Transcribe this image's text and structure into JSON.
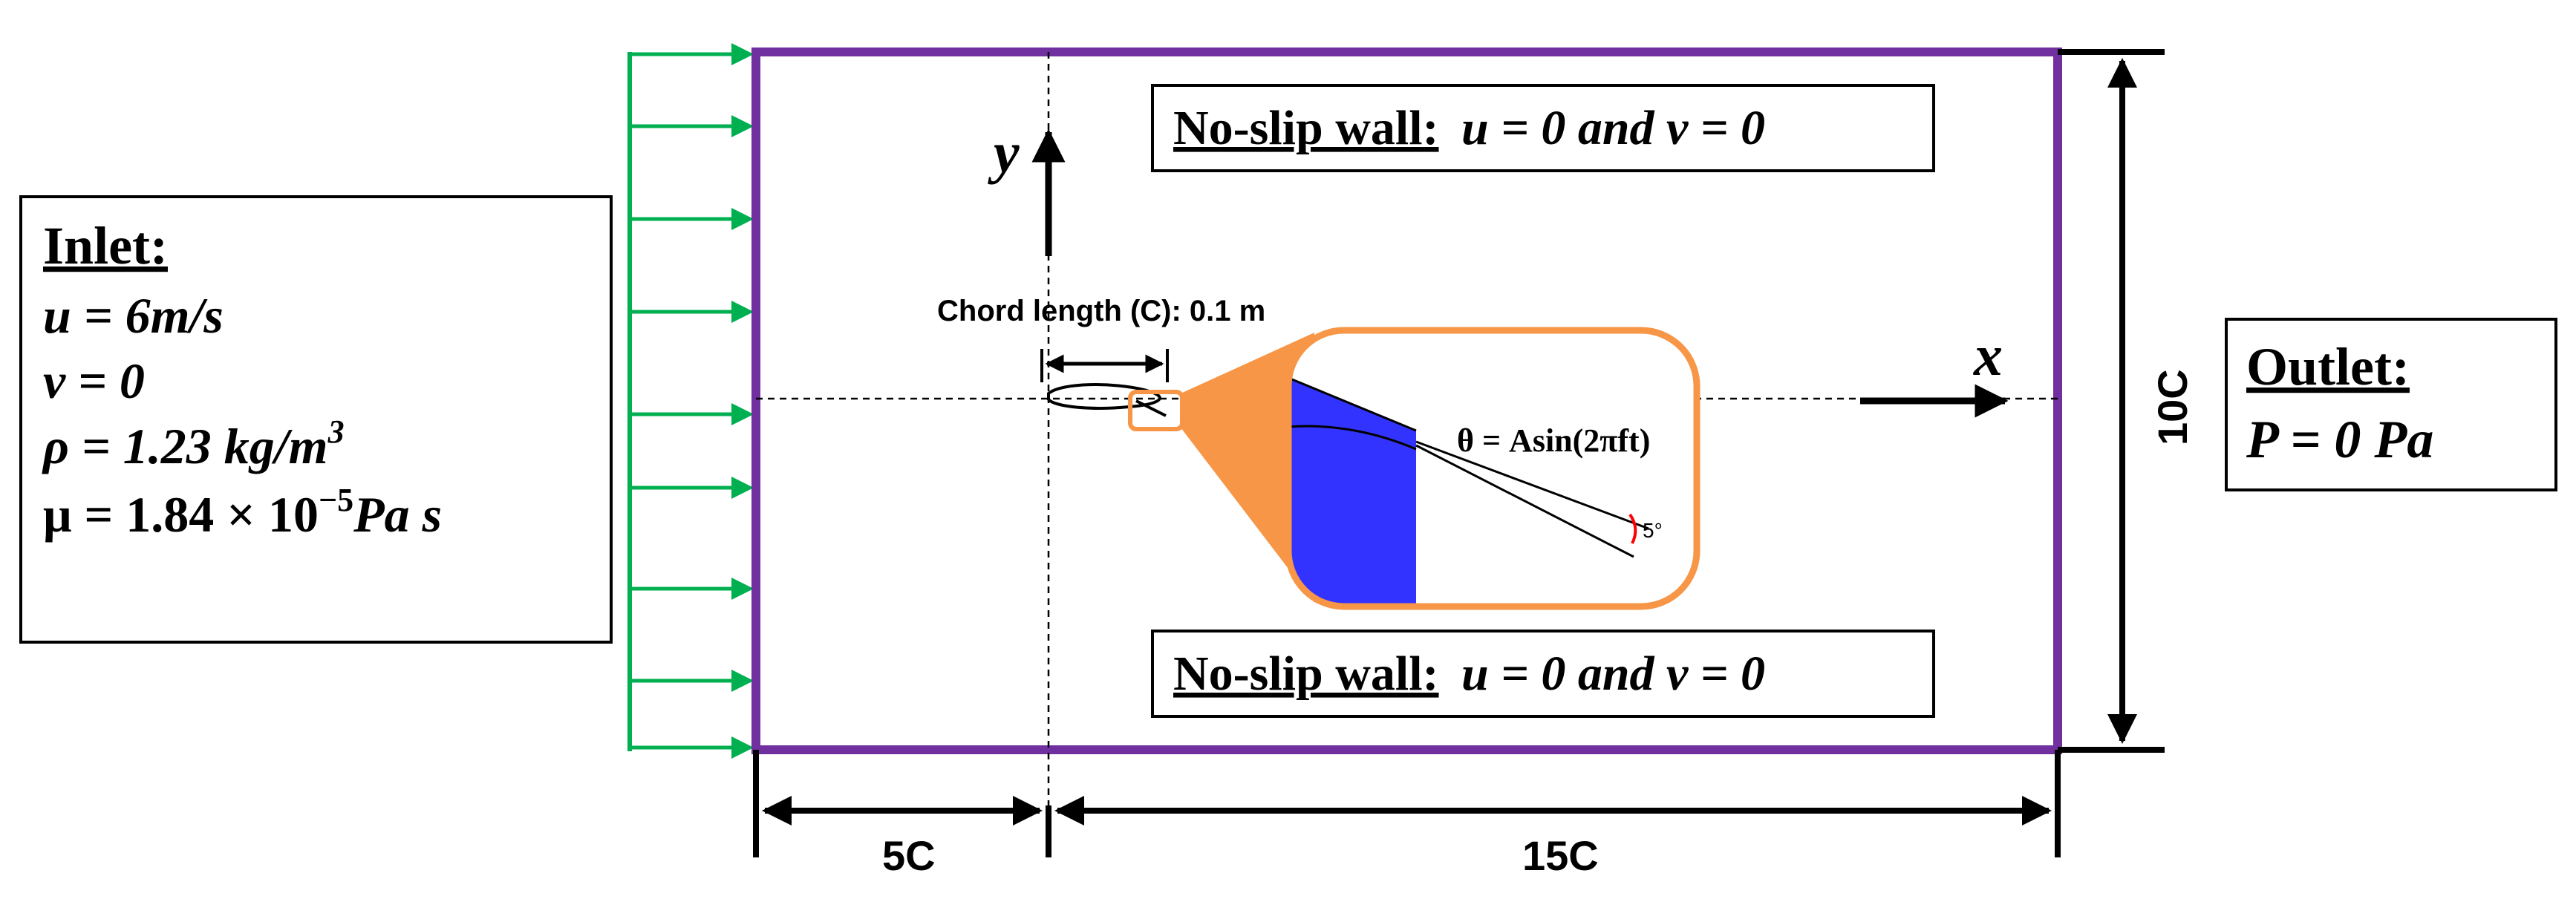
{
  "inlet": {
    "title": "Inlet:",
    "lines": [
      "u = 6m/s",
      "v = 0",
      "ρ = 1.23 kg/m",
      "μ = 1.84 × 10",
      "Pa s"
    ],
    "sup_density": "3",
    "sup_viscosity": "−5"
  },
  "outlet": {
    "title": "Outlet:",
    "condition": "P = 0 Pa"
  },
  "top_wall": {
    "label": "No-slip wall:",
    "condition": "u = 0 and v = 0"
  },
  "bottom_wall": {
    "label": "No-slip wall:",
    "condition": "u = 0 and v = 0"
  },
  "axes": {
    "x": "x",
    "y": "y"
  },
  "chord": {
    "label": "Chord length (C): 0.1 m"
  },
  "inset": {
    "equation": "θ = Asin(2πft)",
    "angle": "5°"
  },
  "dimensions": {
    "height": "10C",
    "upstream": "5C",
    "downstream": "15C"
  },
  "colors": {
    "domain_border": "#7030a0",
    "inlet_arrows": "#00b050",
    "inset_border": "#f79646",
    "inset_fill": "#3333ff",
    "angle_mark": "#ff0000"
  }
}
